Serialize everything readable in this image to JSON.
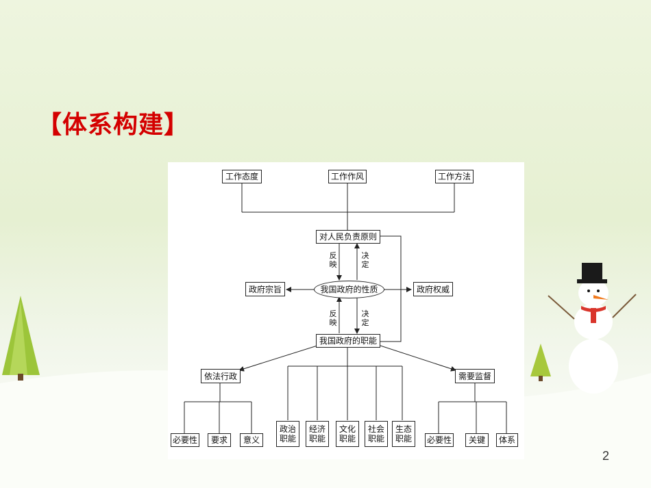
{
  "slide": {
    "title": "【体系构建】",
    "page_number": "2"
  },
  "diagram": {
    "top": [
      "工作态度",
      "工作作风",
      "工作方法"
    ],
    "principle": "对人民负责原则",
    "nature": "我国政府的性质",
    "purpose": "政府宗旨",
    "authority": "政府权威",
    "functions": "我国政府的职能",
    "edge_up_left": "反映",
    "edge_up_right": "决定",
    "edge_down_left": "反映",
    "edge_down_right": "决定",
    "law": "依法行政",
    "supervision": "需要监督",
    "law_children": [
      "必要性",
      "要求",
      "意义"
    ],
    "function_children": [
      {
        "line1": "政治",
        "line2": "职能"
      },
      {
        "line1": "经济",
        "line2": "职能"
      },
      {
        "line1": "文化",
        "line2": "职能"
      },
      {
        "line1": "社会",
        "line2": "职能"
      },
      {
        "line1": "生态",
        "line2": "职能"
      }
    ],
    "supervision_children": [
      "必要性",
      "关键",
      "体系"
    ]
  },
  "colors": {
    "title": "#d40000",
    "background_top": "#eef5df",
    "snow_ground": "#ffffff"
  }
}
